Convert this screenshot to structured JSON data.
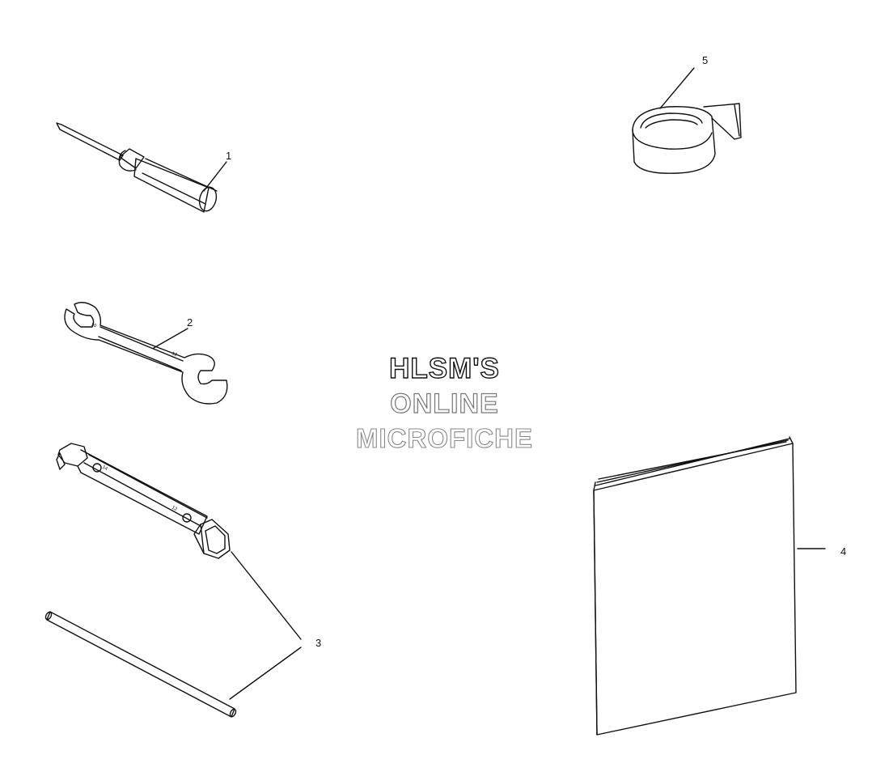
{
  "callouts": {
    "c1": "1",
    "c2": "2",
    "c3": "3",
    "c4": "4",
    "c5": "5"
  },
  "watermark": {
    "line1": "HLSM'S",
    "line2": "ONLINE",
    "line3": "MICROFICHE"
  },
  "parts": {
    "p1": "screwdriver-icon",
    "p2": "open-end-wrench-icon",
    "p3": "socket-wrench-icon",
    "p3b": "tommy-bar-icon",
    "p4": "manual-booklet-icon",
    "p5": "tape-roll-icon"
  },
  "colors": {
    "line": "#111111",
    "background": "#ffffff"
  }
}
